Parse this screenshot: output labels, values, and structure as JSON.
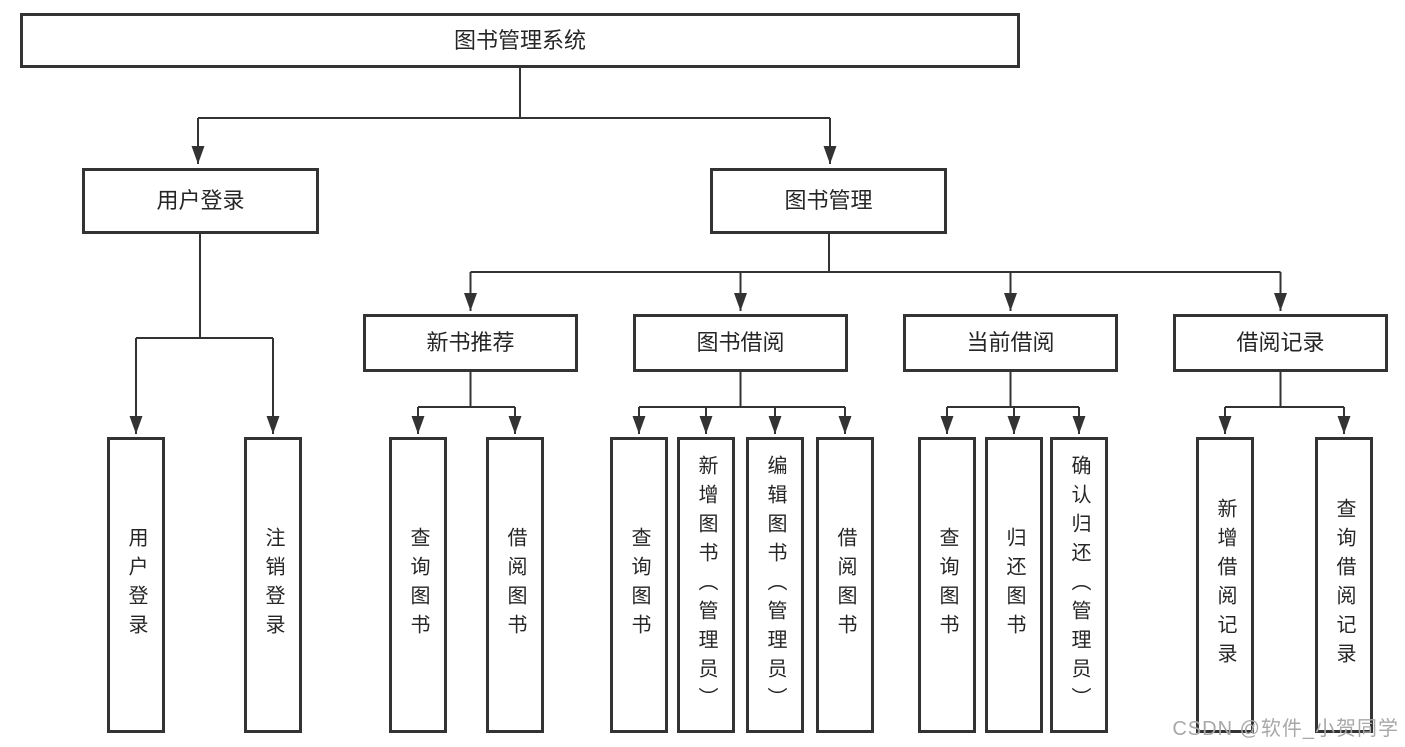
{
  "diagram": {
    "type": "hierarchy-tree",
    "tree": {
      "root": {
        "label": "图书管理系统"
      },
      "branches": [
        {
          "label": "用户登录",
          "children": [
            {
              "label": "用户登录"
            },
            {
              "label": "注销登录"
            }
          ]
        },
        {
          "label": "图书管理",
          "children": [
            {
              "label": "新书推荐",
              "children": [
                {
                  "label": "查询图书"
                },
                {
                  "label": "借阅图书"
                }
              ]
            },
            {
              "label": "图书借阅",
              "children": [
                {
                  "label": "查询图书"
                },
                {
                  "label": "新增图书（管理员）"
                },
                {
                  "label": "编辑图书（管理员）"
                },
                {
                  "label": "借阅图书"
                }
              ]
            },
            {
              "label": "当前借阅",
              "children": [
                {
                  "label": "查询图书"
                },
                {
                  "label": "归还图书"
                },
                {
                  "label": "确认归还（管理员）"
                }
              ]
            },
            {
              "label": "借阅记录",
              "children": [
                {
                  "label": "新增借阅记录"
                },
                {
                  "label": "查询借阅记录"
                }
              ]
            }
          ]
        }
      ]
    },
    "colors": {
      "line": "#333333",
      "box_border": "#333333",
      "text": "#262626",
      "background": "#ffffff",
      "watermark": "#a8a8a8"
    }
  },
  "watermark": "CSDN @软件_小贺同学"
}
